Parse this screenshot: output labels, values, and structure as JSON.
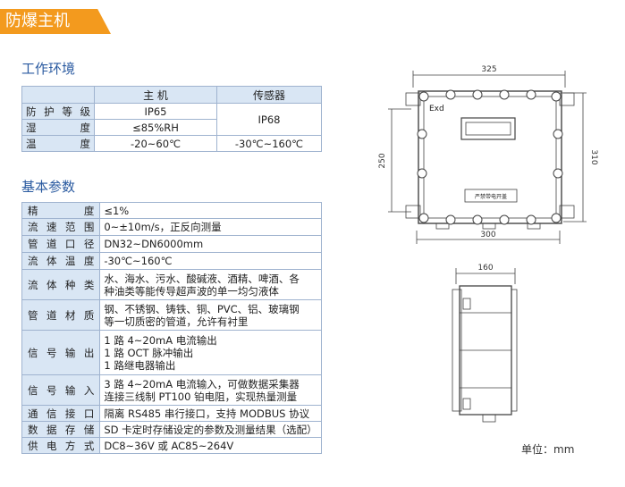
{
  "banner": {
    "title": "防爆主机"
  },
  "env": {
    "title": "工作环境",
    "headers": [
      "",
      "主 机",
      "传感器"
    ],
    "rows": [
      {
        "label": "防护等级",
        "host": "IP65"
      },
      {
        "label": "湿 度",
        "host": "≤85%RH"
      },
      {
        "label": "温 度",
        "host": "-20~60℃",
        "sensor": "-30℃~160℃"
      }
    ],
    "sensor_merged": "IP68"
  },
  "basic": {
    "title": "基本参数",
    "rows": [
      {
        "label": "精 度",
        "lines": [
          "≤1%"
        ]
      },
      {
        "label": "流速范围",
        "lines": [
          "0~±10m/s，正反向测量"
        ]
      },
      {
        "label": "管道口径",
        "lines": [
          "DN32~DN6000mm"
        ]
      },
      {
        "label": "流体温度",
        "lines": [
          "-30℃~160℃"
        ]
      },
      {
        "label": "流体种类",
        "lines": [
          "水、海水、污水、酸碱液、酒精、啤酒、各",
          "种油类等能传导超声波的单一均匀液体"
        ]
      },
      {
        "label": "管道材质",
        "lines": [
          "钢、不锈钢、铸铁、铜、PVC、铝、玻璃钢",
          "等一切质密的管道，允许有衬里"
        ]
      },
      {
        "label": "信号输出",
        "lines": [
          "1 路 4~20mA 电流输出",
          "1 路 OCT 脉冲输出",
          "1 路继电器输出"
        ]
      },
      {
        "label": "信号输入",
        "lines": [
          "3 路 4~20mA 电流输入，可做数据采集器",
          "连接三线制 PT100 铂电阻，实现热量测量"
        ]
      },
      {
        "label": "通信接口",
        "lines": [
          "隔离 RS485 串行接口，支持 MODBUS 协议"
        ]
      },
      {
        "label": "数据存储",
        "lines": [
          "SD 卡定时存储设定的参数及测量结果（选配）"
        ]
      },
      {
        "label": "供电方式",
        "lines": [
          "DC8~36V 或 AC85~264V"
        ]
      }
    ]
  },
  "drawing": {
    "dim_top": "325",
    "dim_left": "250",
    "dim_right": "310",
    "dim_bottom": "300",
    "dim_side": "160",
    "brand": "Exd",
    "plate": "严禁带电开盖",
    "unit_label": "单位：mm"
  }
}
